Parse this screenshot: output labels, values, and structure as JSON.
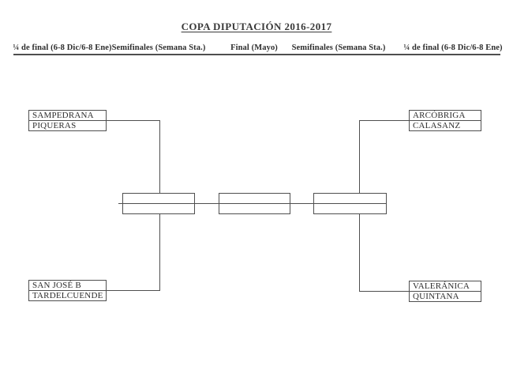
{
  "title": "COPA DIPUTACIÓN 2016-2017",
  "rounds": [
    {
      "label": "¼ de final (6-8 Dic/6-8 Ene)"
    },
    {
      "label": "Semifinales (Semana Sta.)"
    },
    {
      "label": "Final (Mayo)"
    },
    {
      "label": "Semifinales (Semana Sta.)"
    },
    {
      "label": "¼ de final (6-8 Dic/6-8 Ene)"
    }
  ],
  "bracket": {
    "quarterfinals": {
      "top_left": {
        "team1": "SAMPEDRANA",
        "team2": "PIQUERAS"
      },
      "bottom_left": {
        "team1": "SAN JOSÉ B",
        "team2": "TARDELCUENDE"
      },
      "top_right": {
        "team1": "ARCÓBRIGA",
        "team2": "CALASANZ"
      },
      "bottom_right": {
        "team1": "VALERÁNICA",
        "team2": "QUINTANA"
      }
    }
  },
  "colors": {
    "line": "#4f4f4f",
    "text": "#2e2e2e",
    "title_text": "#3a3a3a",
    "background": "#ffffff"
  }
}
